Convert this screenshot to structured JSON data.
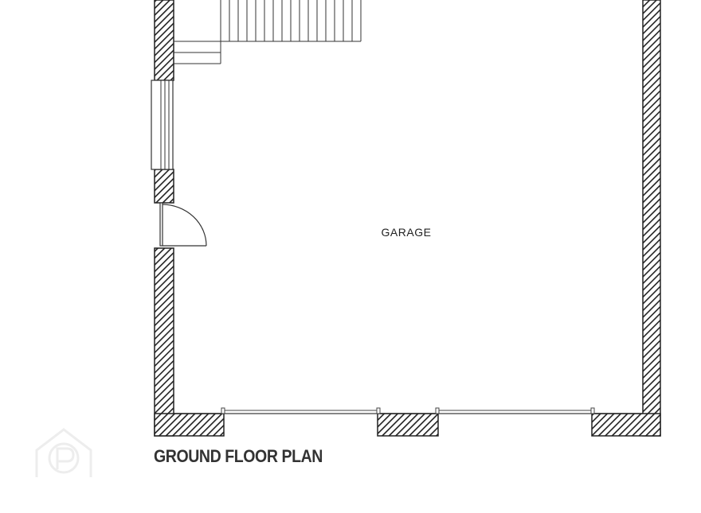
{
  "rooms": [
    {
      "label": "GARAGE"
    }
  ],
  "title": "GROUND FLOOR PLAN",
  "icons": {
    "watermark": "property-logo-icon",
    "stairs": "staircase",
    "door": "swing-door",
    "window": "window",
    "garage_doors": "garage-door"
  },
  "colors": {
    "wall_fill": "#222222",
    "wall_hatch_bg": "#ffffff",
    "line": "#333333",
    "title": "#333333",
    "watermark": "#e6e6e6"
  }
}
